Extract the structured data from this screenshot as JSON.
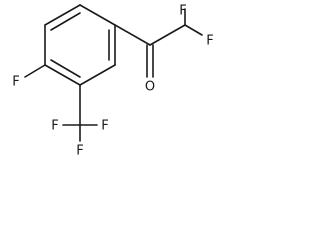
{
  "molecule": {
    "atom_labels": {
      "ring_fluorine": "F",
      "cf3_fluorine_left": "F",
      "cf3_fluorine_right": "F",
      "cf3_fluorine_bottom": "F",
      "carbonyl_oxygen": "O",
      "chf2_fluorine_left": "F",
      "chf2_fluorine_right": "F"
    }
  }
}
